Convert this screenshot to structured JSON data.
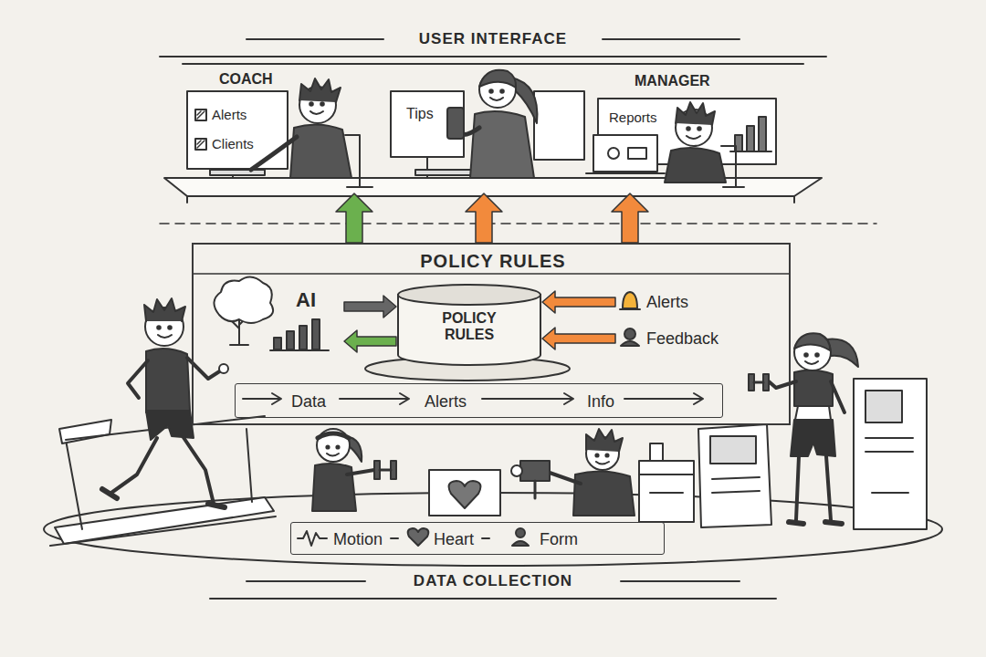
{
  "diagram": {
    "nodes": [
      {
        "text": [
          "USER INTERFACE"
        ]
      },
      {
        "text": [
          "COACH",
          "Alerts",
          "Clients"
        ],
        "in": 0
      },
      {
        "text": [
          "Tips"
        ],
        "in": 0
      },
      {
        "text": [
          "MANAGER",
          "Reports"
        ],
        "in": 0
      },
      {
        "text": [
          "POLICY RULES"
        ]
      },
      {
        "text": [
          "AI"
        ],
        "in": 4
      },
      {
        "text": [
          "POLICY RULES"
        ],
        "in": 4
      },
      {
        "text": [
          "Alerts"
        ],
        "in": 4
      },
      {
        "text": [
          "Feedback"
        ],
        "in": 4
      },
      {
        "text": [
          "Data",
          "Alerts",
          "Info"
        ],
        "in": 4
      },
      {
        "text": [
          "DATA COLLECTION"
        ]
      },
      {
        "text": [
          "Motion",
          "Heart",
          "Form"
        ],
        "in": 10
      }
    ],
    "edges": [
      {
        "from": 4,
        "to": 1,
        "arrow": "to"
      },
      {
        "from": 4,
        "to": 2,
        "arrow": "to"
      },
      {
        "from": 4,
        "to": 3,
        "arrow": "to"
      },
      {
        "from": 5,
        "to": 6,
        "arrow": "to"
      },
      {
        "from": 6,
        "to": 5,
        "arrow": "to"
      },
      {
        "from": 7,
        "to": 6,
        "arrow": "to"
      },
      {
        "from": 8,
        "to": 6,
        "arrow": "to"
      }
    ]
  }
}
